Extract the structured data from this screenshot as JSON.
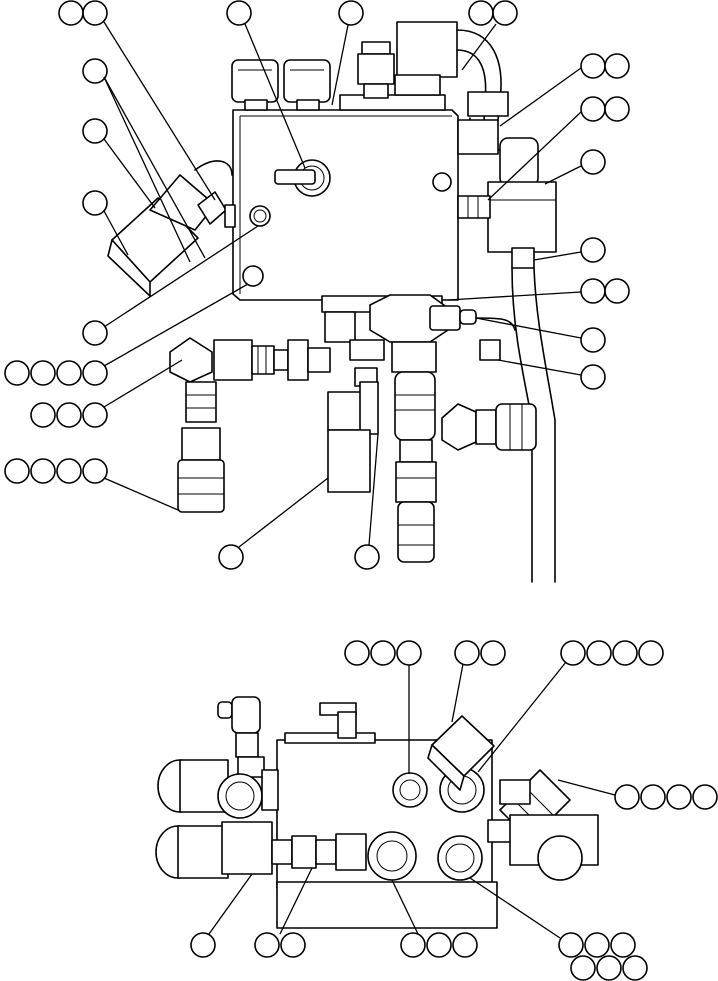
{
  "figure": {
    "type": "exploded-parts-diagram",
    "views": [
      "upper-view",
      "lower-view"
    ],
    "callout_style": "empty-balloon",
    "line_color": "#000000",
    "background": "#ffffff"
  }
}
